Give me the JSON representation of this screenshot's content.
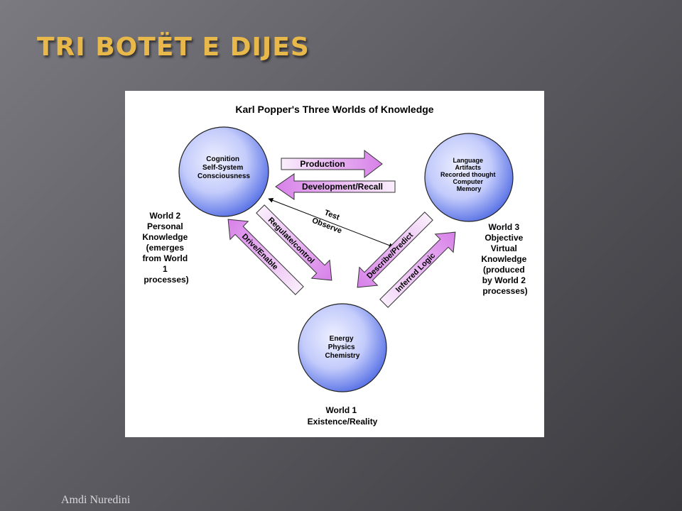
{
  "slide": {
    "title": "TRI BOTËT E DIJES",
    "footer": "Amdi Nuredini"
  },
  "diagram": {
    "heading": "Karl Popper's Three Worlds of Knowledge",
    "world2_circle": [
      "Cognition",
      "Self-System",
      "Consciousness"
    ],
    "world3_circle": [
      "Language",
      "Artifacts",
      "Recorded thought",
      "Computer",
      "Memory"
    ],
    "world1_circle": [
      "Energy",
      "Physics",
      "Chemistry"
    ],
    "world2_label": [
      "World 2",
      "Personal",
      "Knowledge",
      "(emerges",
      "from World",
      "1",
      "processes)"
    ],
    "world3_label": [
      "World 3",
      "Objective",
      "Virtual",
      "Knowledge",
      "(produced",
      "by World 2",
      "processes)"
    ],
    "world1_label": [
      "World 1",
      "Existence/Reality"
    ],
    "arrows": {
      "production": "Production",
      "development_recall": "Development/Recall",
      "test": "Test",
      "observe": "Observe",
      "regulate_control": "Regulate/control",
      "drive_enable": "Drive/Enable",
      "describe_predict": "Describe/Predict",
      "inferred_logic": "Inferred Logic"
    },
    "colors": {
      "circle_center": "#eef0ff",
      "circle_edge": "#5a73e6",
      "arrow_light": "#faeefc",
      "arrow_dark": "#d77fe8"
    }
  }
}
